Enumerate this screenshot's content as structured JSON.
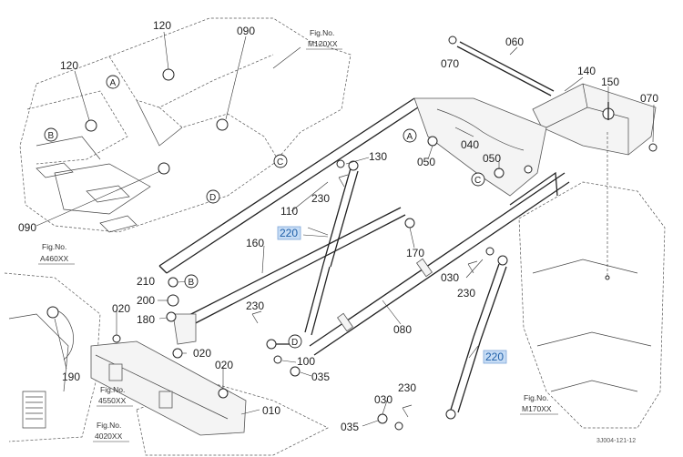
{
  "diagram": {
    "figure_refs": [
      {
        "id": "m120",
        "line1": "Fig.No.",
        "line2": "M120XX"
      },
      {
        "id": "a460",
        "line1": "Fig.No.",
        "line2": "A460XX"
      },
      {
        "id": "4550",
        "line1": "Fig.No.",
        "line2": "4550XX"
      },
      {
        "id": "4020",
        "line1": "Fig.No.",
        "line2": "4020XX"
      },
      {
        "id": "m170",
        "line1": "Fig.No.",
        "line2": "M170XX"
      }
    ],
    "part_labels": [
      {
        "id": "p120a",
        "text": "120"
      },
      {
        "id": "p120b",
        "text": "120"
      },
      {
        "id": "p090a",
        "text": "090"
      },
      {
        "id": "p090b",
        "text": "090"
      },
      {
        "id": "p060",
        "text": "060"
      },
      {
        "id": "p070a",
        "text": "070"
      },
      {
        "id": "p070b",
        "text": "070"
      },
      {
        "id": "p140",
        "text": "140"
      },
      {
        "id": "p150",
        "text": "150"
      },
      {
        "id": "p040",
        "text": "040"
      },
      {
        "id": "p050a",
        "text": "050"
      },
      {
        "id": "p050b",
        "text": "050"
      },
      {
        "id": "p130",
        "text": "130"
      },
      {
        "id": "p110",
        "text": "110"
      },
      {
        "id": "p230a",
        "text": "230"
      },
      {
        "id": "p160",
        "text": "160"
      },
      {
        "id": "p170",
        "text": "170"
      },
      {
        "id": "p030a",
        "text": "030"
      },
      {
        "id": "p230b",
        "text": "230"
      },
      {
        "id": "p210",
        "text": "210"
      },
      {
        "id": "p200",
        "text": "200"
      },
      {
        "id": "p180",
        "text": "180"
      },
      {
        "id": "p230c",
        "text": "230"
      },
      {
        "id": "p080",
        "text": "080"
      },
      {
        "id": "p020a",
        "text": "020"
      },
      {
        "id": "p020b",
        "text": "020"
      },
      {
        "id": "p020c",
        "text": "020"
      },
      {
        "id": "p100",
        "text": "100"
      },
      {
        "id": "p035a",
        "text": "035"
      },
      {
        "id": "p190",
        "text": "190"
      },
      {
        "id": "p010",
        "text": "010"
      },
      {
        "id": "p230d",
        "text": "230"
      },
      {
        "id": "p030b",
        "text": "030"
      },
      {
        "id": "p035b",
        "text": "035"
      }
    ],
    "highlighted_labels": [
      {
        "id": "h220a",
        "text": "220"
      },
      {
        "id": "h220b",
        "text": "220"
      }
    ],
    "callouts": [
      {
        "id": "cA1",
        "text": "A"
      },
      {
        "id": "cA2",
        "text": "A"
      },
      {
        "id": "cB1",
        "text": "B"
      },
      {
        "id": "cB2",
        "text": "B"
      },
      {
        "id": "cC1",
        "text": "C"
      },
      {
        "id": "cC2",
        "text": "C"
      },
      {
        "id": "cD1",
        "text": "D"
      },
      {
        "id": "cD2",
        "text": "D"
      }
    ],
    "drawing_code": "3J004-121-12",
    "colors": {
      "highlight": "#c6dcf5",
      "highlight_text": "#1f5fa8",
      "line": "#222222"
    }
  }
}
